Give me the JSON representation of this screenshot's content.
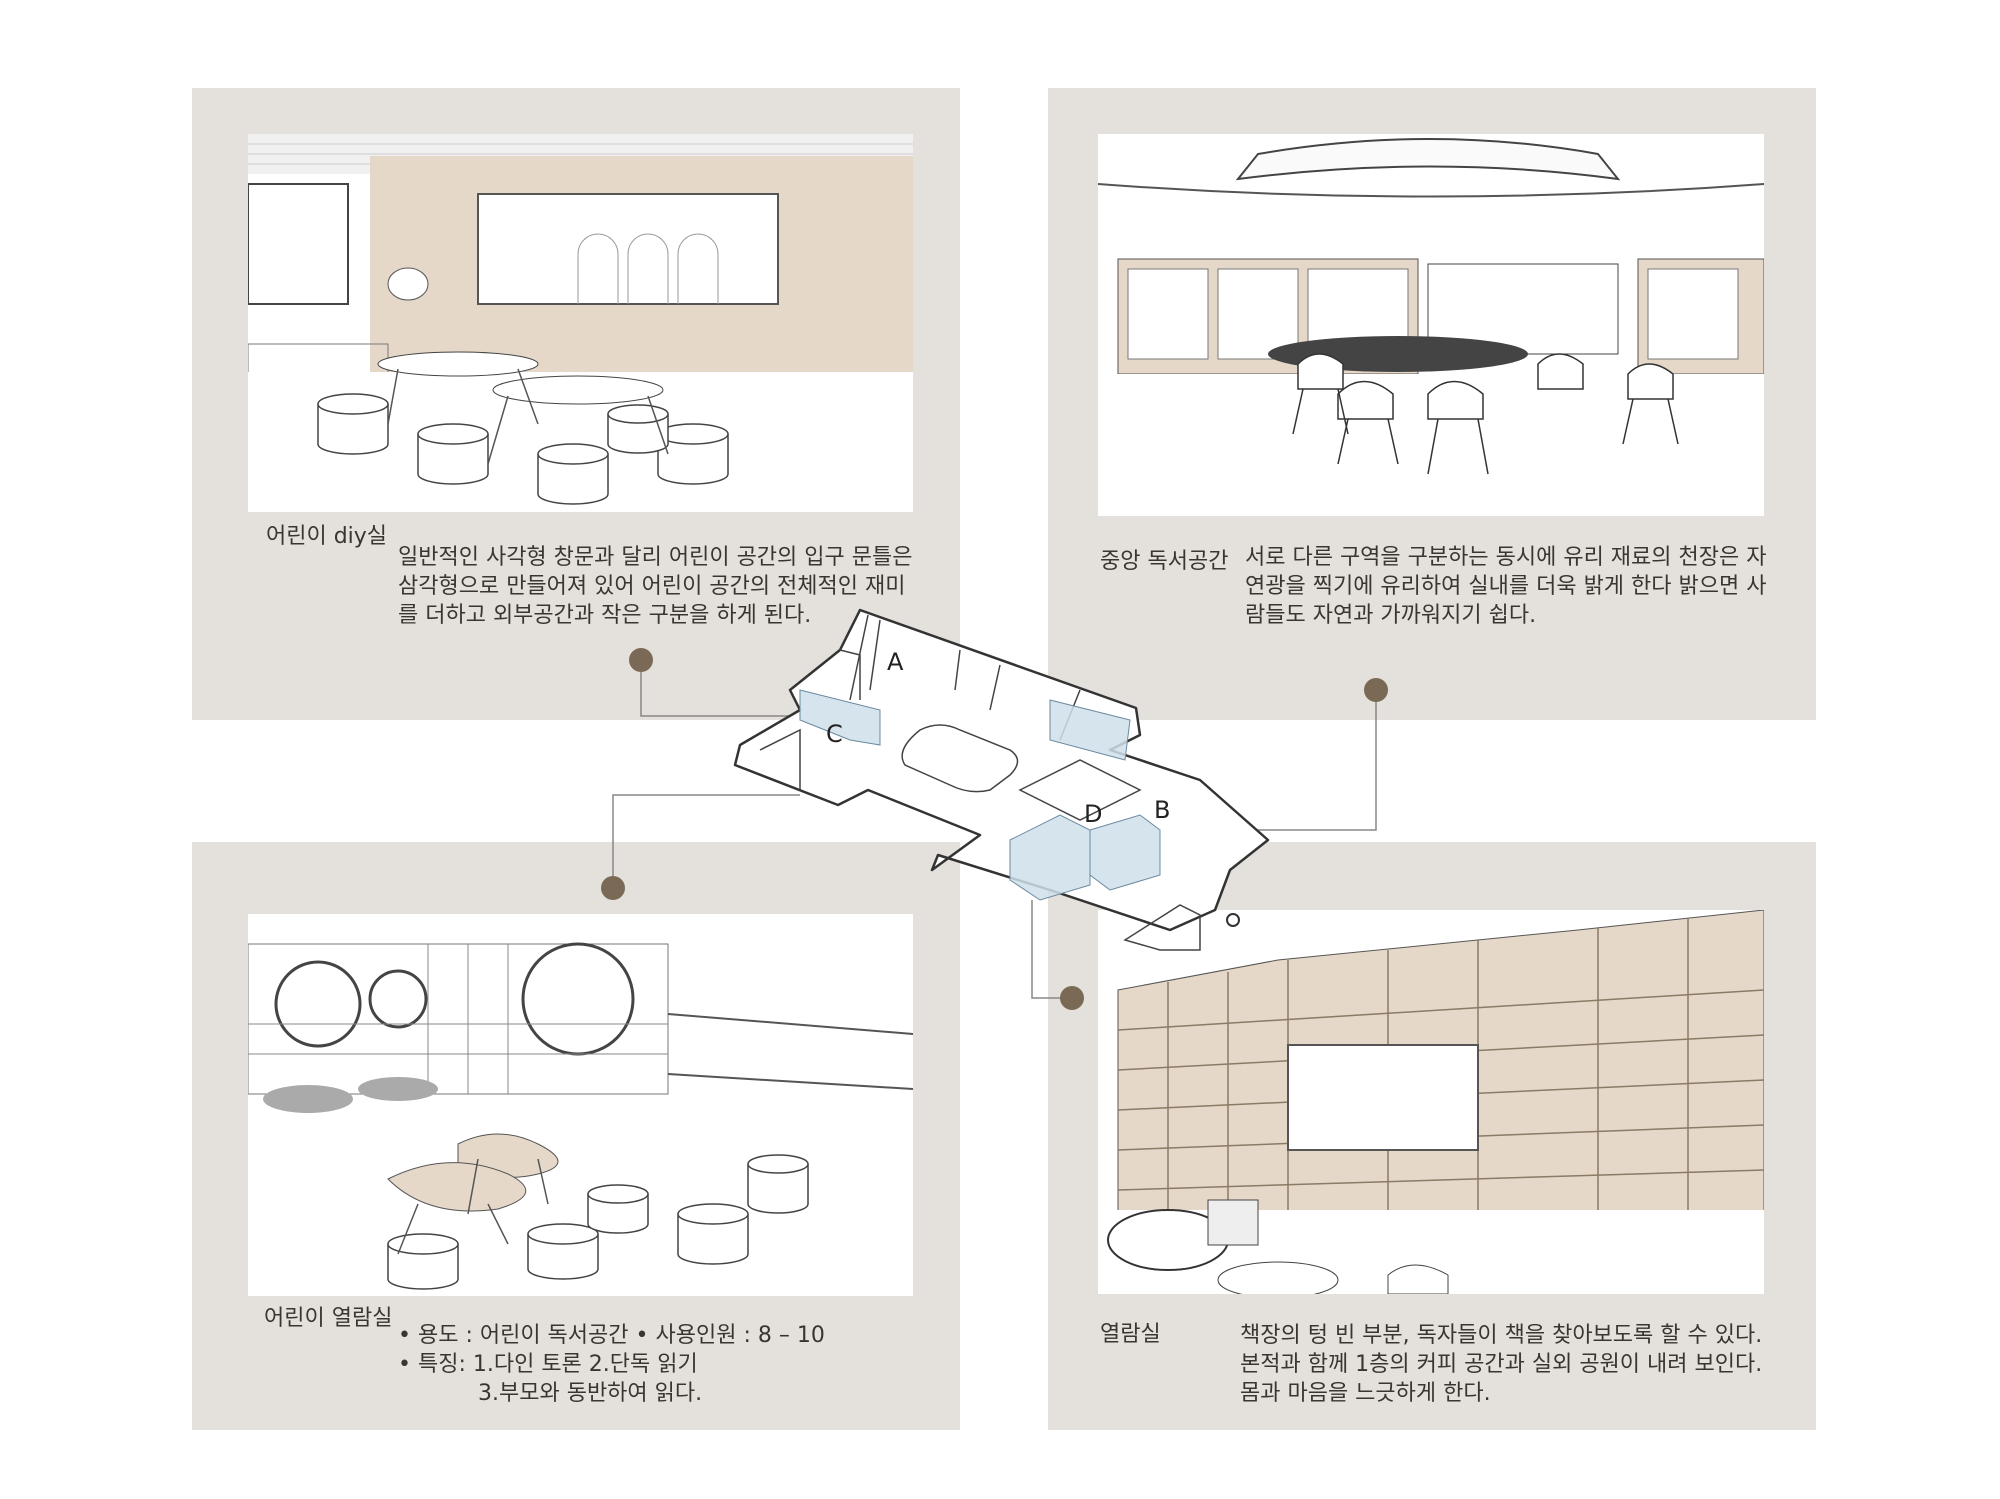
{
  "panels": {
    "top_left": {
      "title": "어린이 diy실",
      "lines": [
        "일반적인 사각형 창문과 달리 어린이 공간의 입구 문틀은",
        "삼각형으로 만들어져 있어 어린이 공간의 전체적인 재미",
        "를 더하고 외부공간과 작은 구분을 하게 된다."
      ]
    },
    "top_right": {
      "title": "중앙 독서공간",
      "lines": [
        "서로 다른 구역을 구분하는 동시에 유리 재료의 천장은 자",
        "연광을 찍기에 유리하여 실내를 더욱 밝게 한다 밝으면 사",
        "람들도 자연과 가까워지기 쉽다."
      ]
    },
    "bottom_left": {
      "title": "어린이 열람실",
      "lines": [
        "• 용도 : 어린이 독서공간    • 사용인원 : 8 – 10",
        "• 특징:  1.다인 토론  2.단독 읽기",
        "3.부모와 동반하여 읽다."
      ]
    },
    "bottom_right": {
      "title": "열람실",
      "lines": [
        "책장의 텅 빈 부분, 독자들이 책을 찾아보도록 할 수 있다.",
        "본적과 함께 1층의 커피 공간과 실외 공원이 내려 보인다.",
        "몸과 마음을 느긋하게 한다."
      ]
    }
  },
  "floor_plan_labels": {
    "a": "A",
    "b": "B",
    "c": "C",
    "d": "D"
  },
  "colors": {
    "panel": "#e4e0dc",
    "dot": "#7a6a55",
    "wood": "#e6d8c8",
    "glass": "#cfe0ea"
  }
}
